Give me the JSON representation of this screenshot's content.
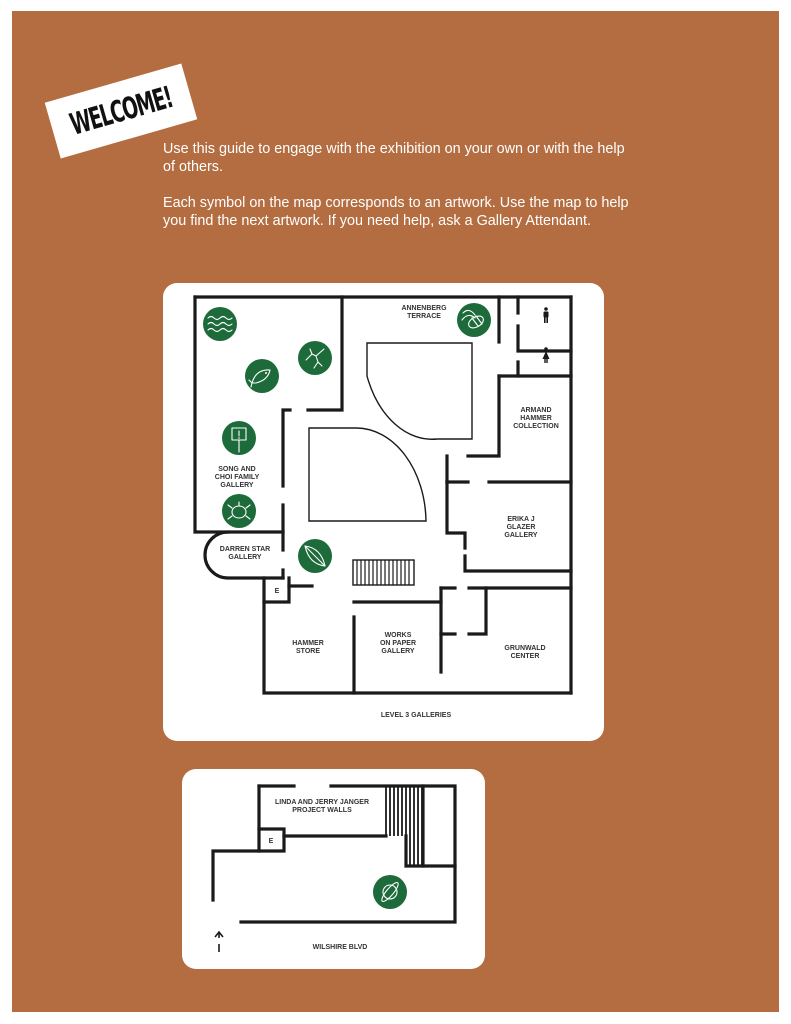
{
  "welcome": {
    "title": "WELCOME!"
  },
  "intro": {
    "paragraph_1": "Use this guide to engage with the exhibition on your own or with the help of others.",
    "paragraph_2": "Each symbol on the map corresponds to an artwork. Use the map to help you find the next artwork. If you need help, ask a Gallery Attendant."
  },
  "colors": {
    "background": "#b36d41",
    "card": "#ffffff",
    "symbol": "#1d6b3a",
    "wall": "#1a1a1a"
  },
  "level3_map": {
    "caption": "LEVEL 3 GALLERIES",
    "rooms": {
      "annenberg": [
        "ANNENBERG",
        "TERRACE"
      ],
      "armand": [
        "ARMAND",
        "HAMMER",
        "COLLECTION"
      ],
      "song_choi": [
        "SONG AND",
        "CHOI FAMILY",
        "GALLERY"
      ],
      "darren": [
        "DARREN STAR",
        "GALLERY"
      ],
      "erika": [
        "ERIKA J",
        "GLAZER",
        "GALLERY"
      ],
      "hammer_store": [
        "HAMMER",
        "STORE"
      ],
      "works_paper": [
        "WORKS",
        "ON PAPER",
        "GALLERY"
      ],
      "grunwald": [
        "GRUNWALD",
        "CENTER"
      ],
      "elevator": "E"
    },
    "symbols": [
      "waves-icon",
      "fish-icon",
      "hummingbird-icon",
      "bee-icon",
      "sign-icon",
      "turtle-icon",
      "leaf-icon"
    ],
    "restrooms": [
      "mens-restroom-icon",
      "womens-restroom-icon"
    ]
  },
  "level1_map": {
    "rooms": {
      "janger": [
        "LINDA AND JERRY JANGER",
        "PROJECT WALLS"
      ],
      "elevator": "E"
    },
    "street": "WILSHIRE BLVD",
    "symbols": [
      "planet-icon"
    ],
    "entrance_arrow": "entrance-arrow-icon"
  }
}
